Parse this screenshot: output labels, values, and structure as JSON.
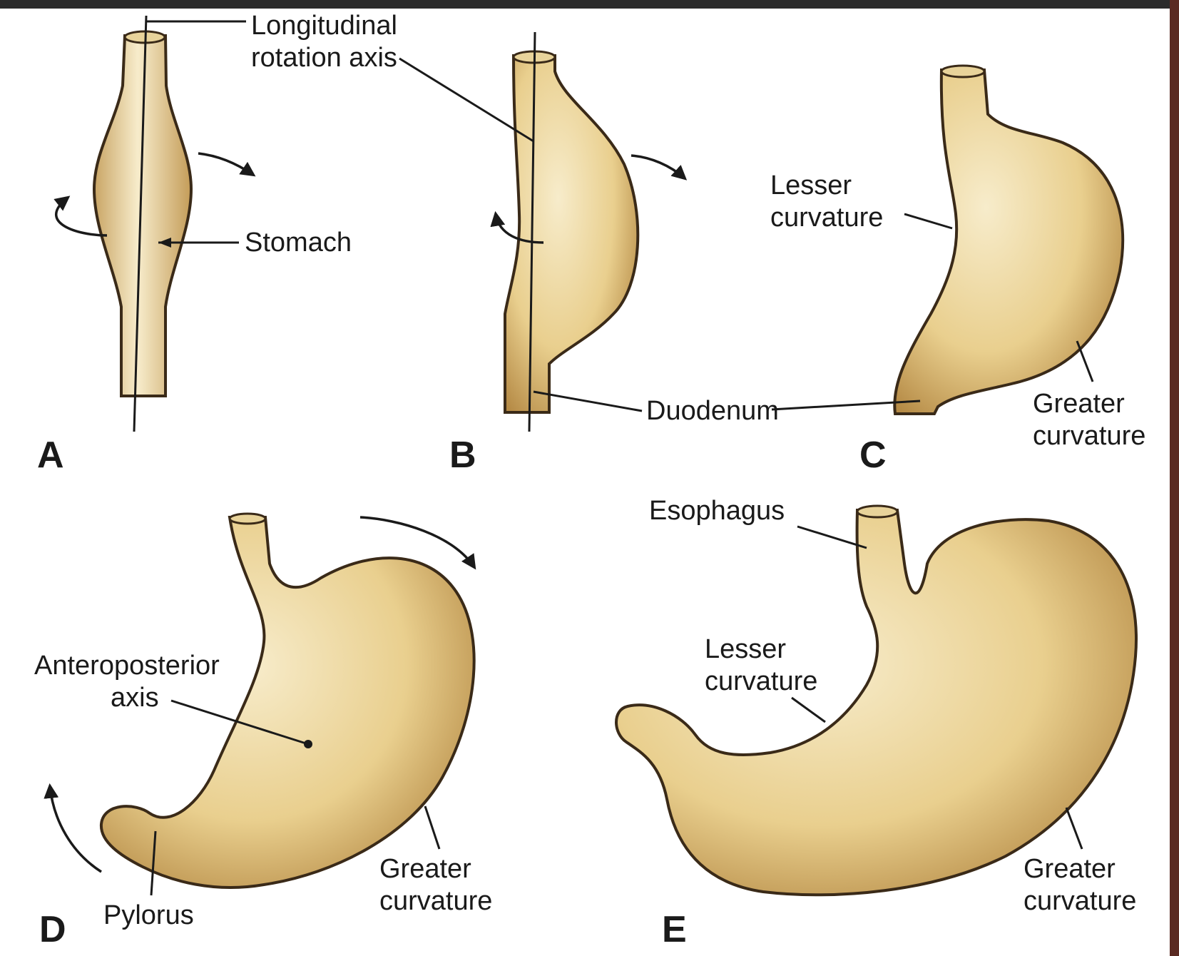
{
  "panels": [
    "A",
    "B",
    "C",
    "D",
    "E"
  ],
  "labels": {
    "longitudinal_line1": "Longitudinal",
    "longitudinal_line2": "rotation axis",
    "stomach": "Stomach",
    "duodenum": "Duodenum",
    "c_lesser_line1": "Lesser",
    "c_lesser_line2": "curvature",
    "c_greater_line1": "Greater",
    "c_greater_line2": "curvature",
    "anteroposterior_line1": "Anteroposterior",
    "anteroposterior_line2": "axis",
    "pylorus": "Pylorus",
    "d_greater_line1": "Greater",
    "d_greater_line2": "curvature",
    "esophagus": "Esophagus",
    "e_lesser_line1": "Lesser",
    "e_lesser_line2": "curvature",
    "e_greater_line1": "Greater",
    "e_greater_line2": "curvature"
  },
  "colors": {
    "organ_light": "#f7eccb",
    "organ_mid": "#e9cf8e",
    "organ_dark": "#b58a45",
    "outline": "#3a2a18",
    "top_bar": "#2b2b2b",
    "right_bar": "#5a2a22"
  }
}
